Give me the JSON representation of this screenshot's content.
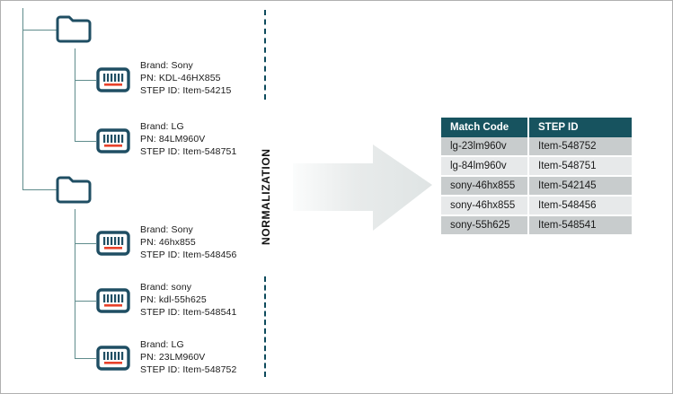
{
  "diagram": {
    "title_vertical": "NORMALIZATION",
    "colors": {
      "icon_stroke": "#1f4e63",
      "barcode_accent": "#e8412a",
      "tree_line": "#5f8c8c",
      "dashed_divider": "#0d4a5c",
      "table_header_bg": "#17535f",
      "table_row_odd": "#c8cccd",
      "table_row_even": "#e7e9ea",
      "arrow_fill": "#e4e8e8"
    },
    "icons": {
      "folder": "folder-icon",
      "barcode": "barcode-icon",
      "arrow": "right-block-arrow-icon"
    }
  },
  "tree": {
    "groups": [
      {
        "name": "folder-group-1",
        "items": [
          {
            "brand_label": "Brand: Sony",
            "pn_label": "PN: KDL-46HX855",
            "step_label": "STEP ID: Item-54215"
          },
          {
            "brand_label": "Brand: LG",
            "pn_label": "PN: 84LM960V",
            "step_label": "STEP ID: Item-548751"
          }
        ]
      },
      {
        "name": "folder-group-2",
        "items": [
          {
            "brand_label": "Brand: Sony",
            "pn_label": "PN: 46hx855",
            "step_label": "STEP ID: Item-548456"
          },
          {
            "brand_label": "Brand: sony",
            "pn_label": "PN: kdl-55h625",
            "step_label": "STEP ID: Item-548541"
          },
          {
            "brand_label": "Brand: LG",
            "pn_label": "PN: 23LM960V",
            "step_label": "STEP ID: Item-548752"
          }
        ]
      }
    ]
  },
  "result_table": {
    "columns": [
      "Match Code",
      "STEP ID"
    ],
    "rows": [
      [
        "lg-23lm960v",
        "Item-548752"
      ],
      [
        "lg-84lm960v",
        "Item-548751"
      ],
      [
        "sony-46hx855",
        "Item-542145"
      ],
      [
        "sony-46hx855",
        "Item-548456"
      ],
      [
        "sony-55h625",
        "Item-548541"
      ]
    ]
  }
}
